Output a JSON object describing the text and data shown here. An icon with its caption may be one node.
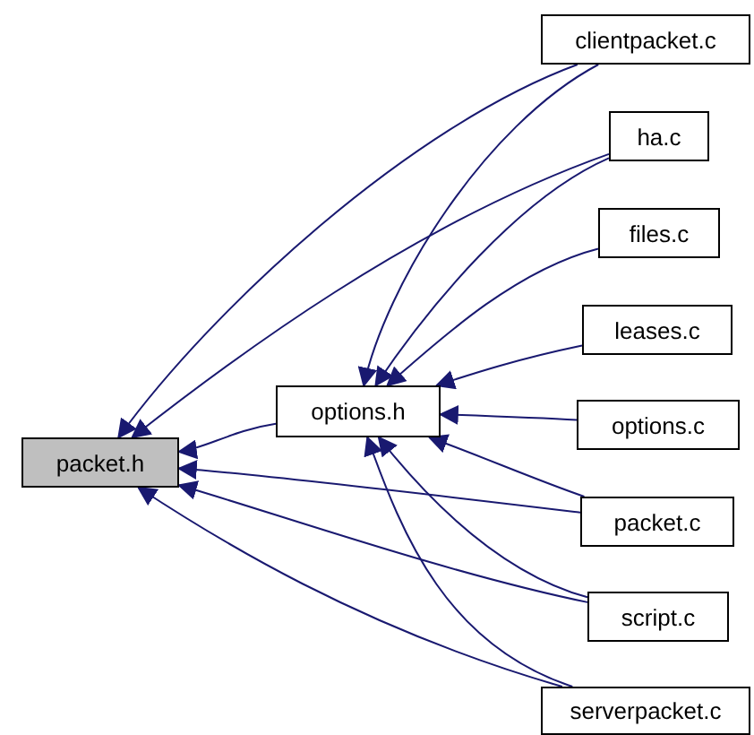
{
  "diagram": {
    "nodes": [
      {
        "text": [
          "clientpacket.c"
        ]
      },
      {
        "text": [
          "ha.c"
        ]
      },
      {
        "text": [
          "files.c"
        ]
      },
      {
        "text": [
          "leases.c"
        ]
      },
      {
        "text": [
          "options.h"
        ]
      },
      {
        "text": [
          "options.c"
        ]
      },
      {
        "text": [
          "packet.h"
        ]
      },
      {
        "text": [
          "packet.c"
        ]
      },
      {
        "text": [
          "script.c"
        ]
      },
      {
        "text": [
          "serverpacket.c"
        ]
      }
    ],
    "edges": [
      {
        "from": 0,
        "to": 6,
        "arrow": "to"
      },
      {
        "from": 0,
        "to": 4,
        "arrow": "to"
      },
      {
        "from": 1,
        "to": 6,
        "arrow": "to"
      },
      {
        "from": 1,
        "to": 4,
        "arrow": "to"
      },
      {
        "from": 2,
        "to": 4,
        "arrow": "to"
      },
      {
        "from": 3,
        "to": 4,
        "arrow": "to"
      },
      {
        "from": 5,
        "to": 4,
        "arrow": "to"
      },
      {
        "from": 4,
        "to": 6,
        "arrow": "to"
      },
      {
        "from": 7,
        "to": 4,
        "arrow": "to"
      },
      {
        "from": 7,
        "to": 6,
        "arrow": "to"
      },
      {
        "from": 8,
        "to": 4,
        "arrow": "to"
      },
      {
        "from": 8,
        "to": 6,
        "arrow": "to"
      },
      {
        "from": 9,
        "to": 4,
        "arrow": "to"
      },
      {
        "from": 9,
        "to": 6,
        "arrow": "to"
      }
    ]
  }
}
